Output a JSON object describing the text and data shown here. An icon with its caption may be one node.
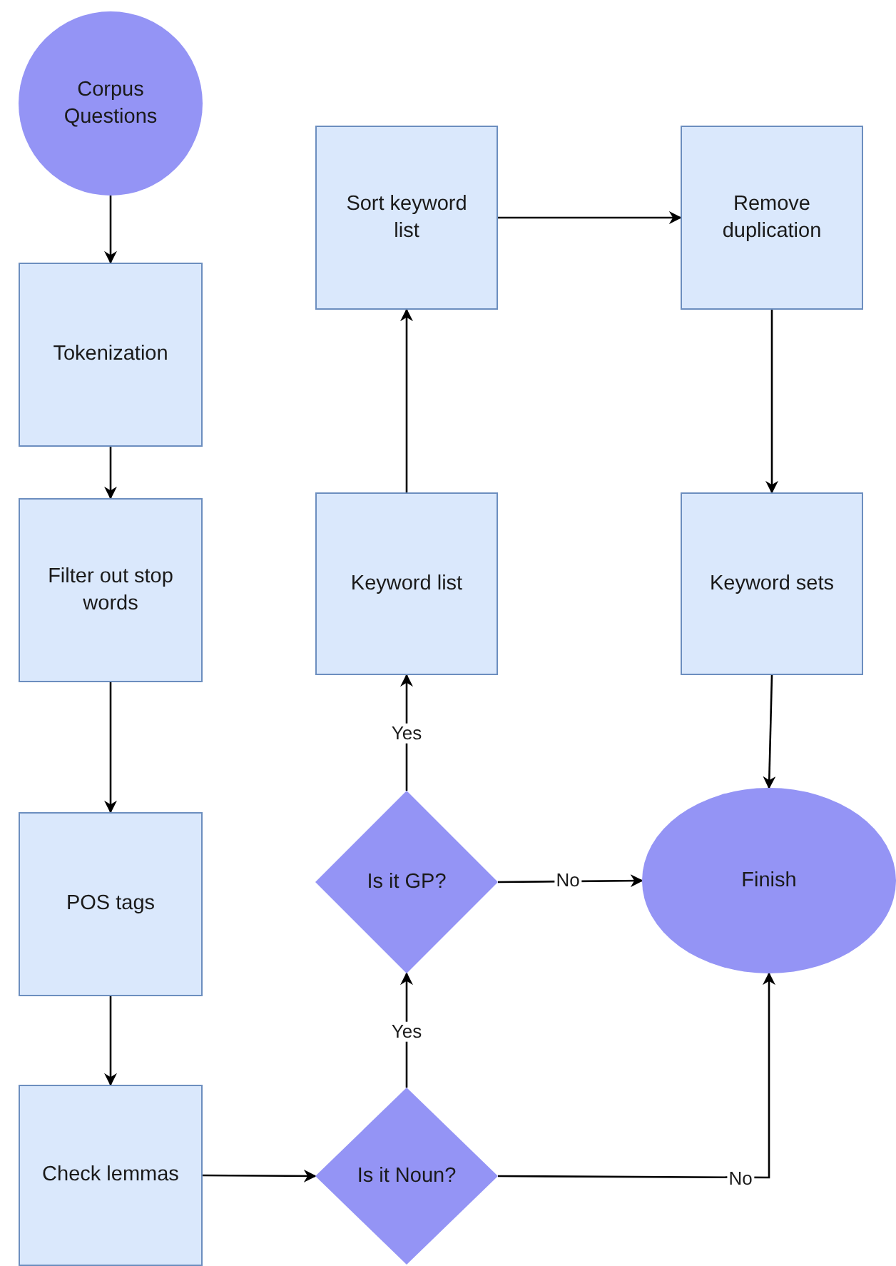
{
  "diagram": {
    "nodes": [
      {
        "text": [
          "Corpus Questions"
        ]
      },
      {
        "text": [
          "Tokenization"
        ]
      },
      {
        "text": [
          "Filter out stop words"
        ]
      },
      {
        "text": [
          "POS tags"
        ]
      },
      {
        "text": [
          "Check lemmas"
        ]
      },
      {
        "text": [
          "Is it Noun?"
        ]
      },
      {
        "text": [
          "Is it GP?"
        ]
      },
      {
        "text": [
          "Keyword list"
        ]
      },
      {
        "text": [
          "Sort keyword list"
        ]
      },
      {
        "text": [
          "Remove duplication"
        ]
      },
      {
        "text": [
          "Keyword sets"
        ]
      },
      {
        "text": [
          "Finish"
        ]
      }
    ],
    "edges": [
      {
        "from": 0,
        "to": 1,
        "arrow": "to"
      },
      {
        "from": 1,
        "to": 2,
        "arrow": "to"
      },
      {
        "from": 2,
        "to": 3,
        "arrow": "to"
      },
      {
        "from": 3,
        "to": 4,
        "arrow": "to"
      },
      {
        "from": 4,
        "to": 5,
        "arrow": "to"
      },
      {
        "from": 5,
        "to": 6,
        "label": "Yes",
        "arrow": "to"
      },
      {
        "from": 6,
        "to": 7,
        "label": "Yes",
        "arrow": "to"
      },
      {
        "from": 7,
        "to": 8,
        "arrow": "to"
      },
      {
        "from": 8,
        "to": 9,
        "arrow": "to"
      },
      {
        "from": 9,
        "to": 10,
        "arrow": "to"
      },
      {
        "from": 10,
        "to": 11,
        "arrow": "to"
      },
      {
        "from": 6,
        "to": 11,
        "label": "No",
        "arrow": "to"
      },
      {
        "from": 5,
        "to": 11,
        "label": "No",
        "arrow": "to"
      }
    ]
  }
}
